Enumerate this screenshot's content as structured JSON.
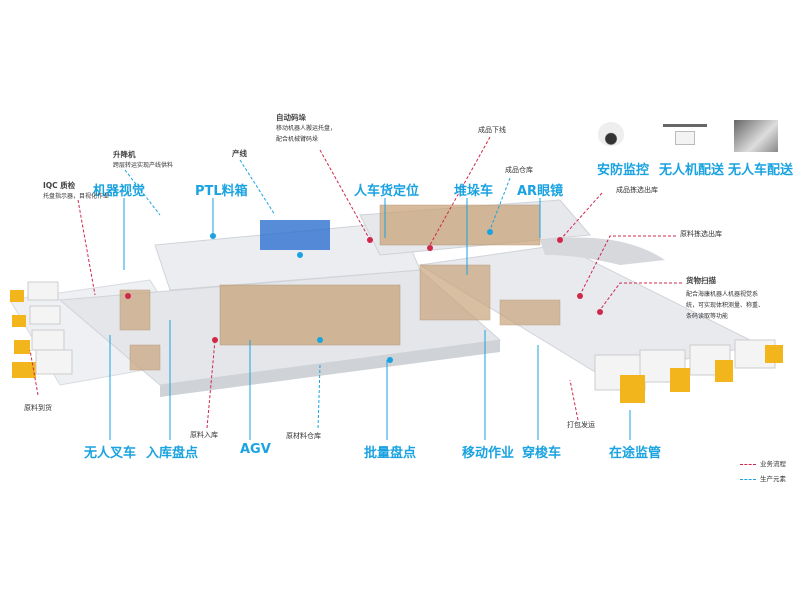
{
  "top_elements": [
    {
      "label": "安防监控",
      "icon": "security-camera-icon"
    },
    {
      "label": "无人机配送",
      "icon": "drone-icon"
    },
    {
      "label": "无人车配送",
      "icon": "autonomous-vehicle-icon"
    }
  ],
  "blue_labels": {
    "machine_vision": "机器视觉",
    "ptl": "PTL料箱",
    "positioning": "人车货定位",
    "stacker": "堆垛车",
    "ar": "AR眼镜",
    "forklift": "无人叉车",
    "inbound_check": "入库盘点",
    "agv": "AGV",
    "batch_check": "批量盘点",
    "mobile_work": "移动作业",
    "shuttle": "穿梭车",
    "transit": "在途监管"
  },
  "annotations": {
    "iqc": {
      "title": "IQC 质检",
      "desc": "托盘指示器，目视化作业"
    },
    "lift": {
      "title": "升降机",
      "desc": "跨层转运实现产线供料"
    },
    "line": {
      "title": "产线"
    },
    "palletizing": {
      "title": "自动码垛",
      "desc1": "移动机器人搬运托盘，",
      "desc2": "配合机械臂码垛"
    },
    "finished_offline": {
      "title": "成品下线"
    },
    "finished_warehouse": {
      "title": "成品仓库"
    },
    "finished_picking": {
      "title": "成品拣选出库"
    },
    "raw_picking": {
      "title": "原料拣选出库"
    },
    "scan": {
      "title": "货物扫描",
      "desc1": "配合海康机器人机器视觉系",
      "desc2": "统，可实现体积测量、称重、",
      "desc3": "条码读取等功能"
    },
    "raw_arrival": {
      "title": "原料到货"
    },
    "raw_inbound": {
      "title": "原料入库"
    },
    "raw_warehouse": {
      "title": "原材料仓库"
    },
    "pack_ship": {
      "title": "打包发运"
    }
  },
  "legend": {
    "business": "业务流程",
    "production": "生产元素"
  },
  "colors": {
    "blue": "#1aa3e0",
    "red": "#d0284a",
    "floor": "#e4e6ea",
    "box": "#c9a47a",
    "truck": "#f2b51c"
  }
}
